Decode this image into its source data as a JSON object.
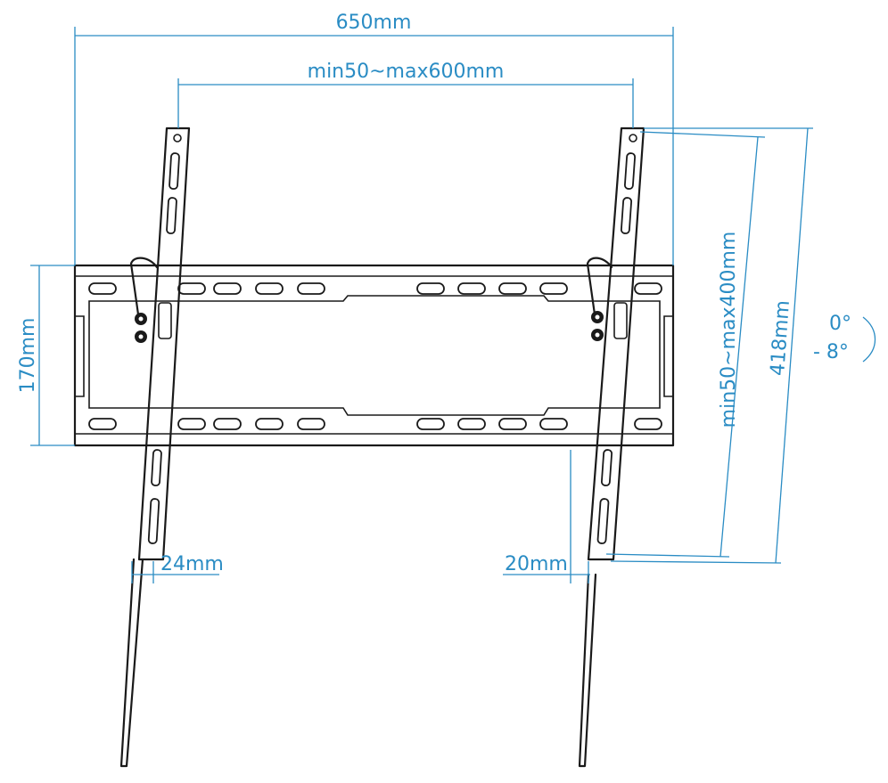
{
  "labels": {
    "overall_width": "650mm",
    "vesa_horizontal": "min50~max600mm",
    "vesa_vertical": "min50~max400mm",
    "arm_length": "418mm",
    "plate_height": "170mm",
    "arm_width_left": "24mm",
    "wall_gap_right": "20mm",
    "tilt_top": "0°",
    "tilt_bottom": "- 8°"
  },
  "colors": {
    "dimension": "#2a8cc4",
    "drawing": "#1a1a1a",
    "background": "#ffffff"
  }
}
